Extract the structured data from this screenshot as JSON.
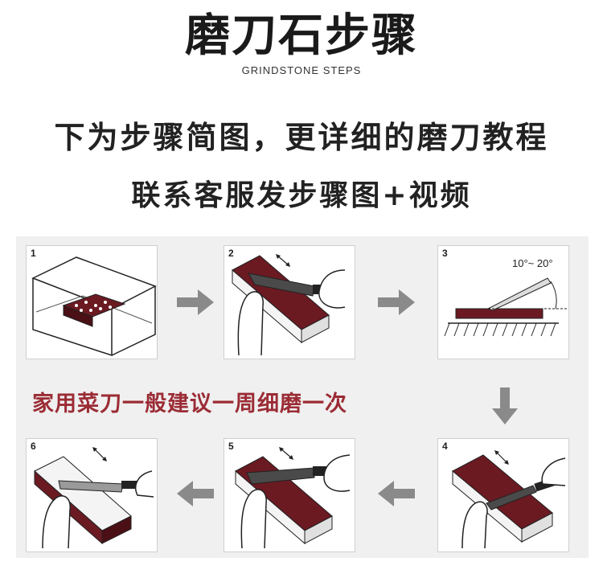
{
  "header": {
    "title": "磨刀石步骤",
    "subtitle": "GRINDSTONE STEPS"
  },
  "intro": {
    "line1": "下为步骤简图，更详细的磨刀教程",
    "line2": "联系客服发步骤图+视频"
  },
  "note": "家用菜刀一般建议一周细磨一次",
  "steps": [
    {
      "number": "1"
    },
    {
      "number": "2"
    },
    {
      "number": "3",
      "angle_label": "10°~ 20°"
    },
    {
      "number": "4"
    },
    {
      "number": "5"
    },
    {
      "number": "6"
    }
  ],
  "colors": {
    "stone": "#6b1a22",
    "arrow": "#8a8a8a",
    "note": "#9b2c35"
  }
}
